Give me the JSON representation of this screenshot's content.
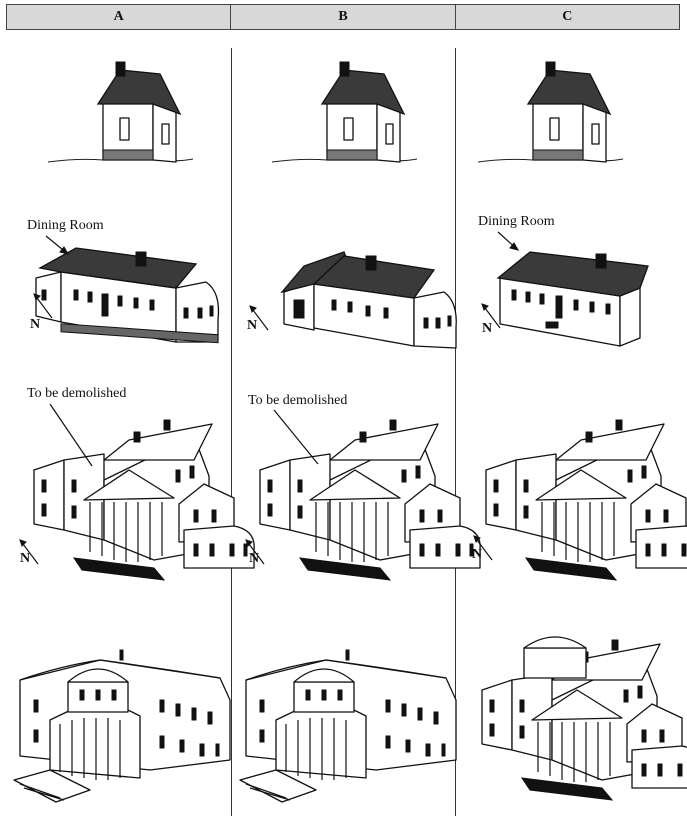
{
  "columns": [
    "A",
    "B",
    "C"
  ],
  "labels": {
    "dining_room": "Dining Room",
    "demolish": "To be demolished",
    "north": "N"
  }
}
